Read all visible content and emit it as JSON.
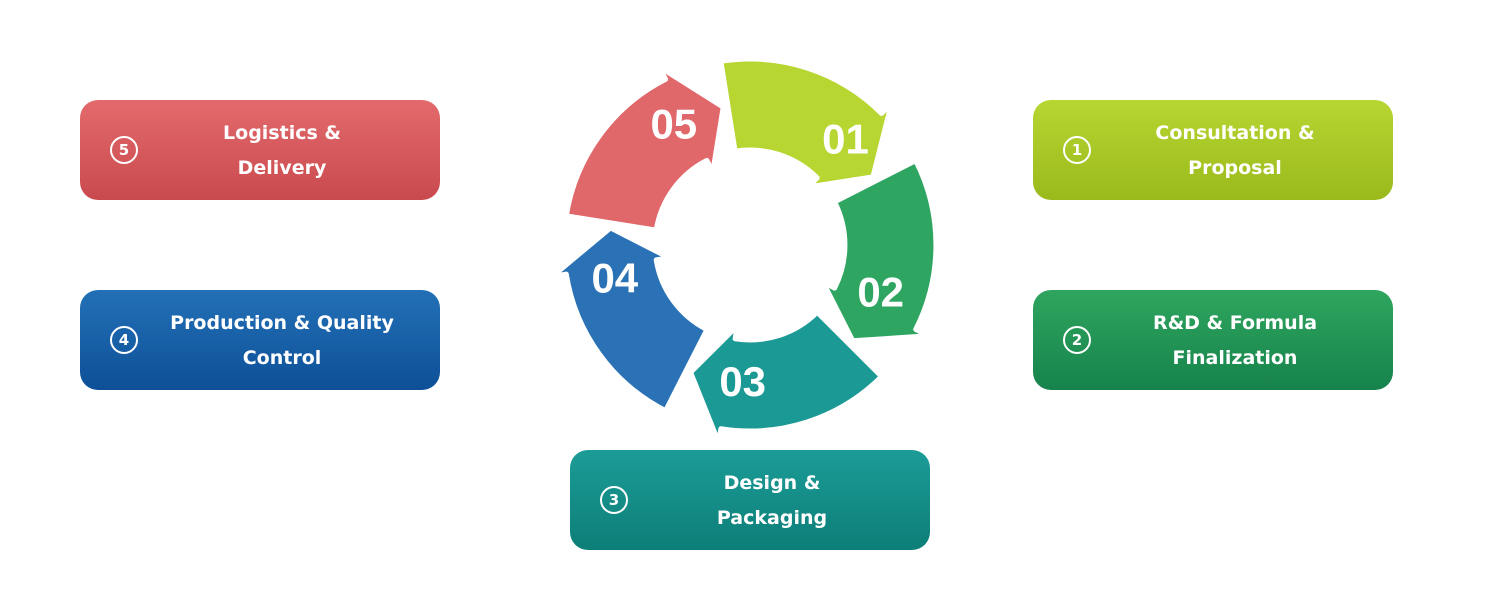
{
  "segments": [
    {
      "number": "01",
      "color": "#b7d632"
    },
    {
      "number": "02",
      "color": "#2ea561"
    },
    {
      "number": "03",
      "color": "#1a9995"
    },
    {
      "number": "04",
      "color": "#2a72b5"
    },
    {
      "number": "05",
      "color": "#e0676a"
    }
  ],
  "steps": [
    {
      "badge": "1",
      "line1": "Consultation &",
      "line2": "Proposal"
    },
    {
      "badge": "2",
      "line1": "R&D & Formula",
      "line2": "Finalization"
    },
    {
      "badge": "3",
      "line1": "Design &",
      "line2": "Packaging"
    },
    {
      "badge": "4",
      "line1": "Production & Quality",
      "line2": "Control"
    },
    {
      "badge": "5",
      "line1": "Logistics &",
      "line2": "Delivery"
    }
  ]
}
